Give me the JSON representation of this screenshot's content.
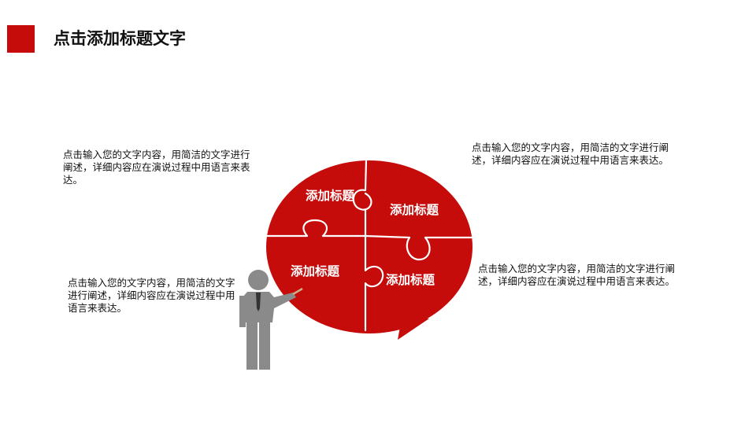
{
  "header": {
    "title": "点击添加标题文字",
    "accent_color": "#c60b0b"
  },
  "puzzle": {
    "fill_color": "#c60b0b",
    "seam_color": "#ffffff",
    "pieces": [
      {
        "label": "添加标题"
      },
      {
        "label": "添加标题"
      },
      {
        "label": "添加标题"
      },
      {
        "label": "添加标题"
      }
    ]
  },
  "text_blocks": [
    {
      "text": "点击输入您的文字内容，用简洁的文字进行阐述，详细内容应在演说过程中用语言来表达。"
    },
    {
      "text": "点击输入您的文字内容，用简洁的文字进行阐述，详细内容应在演说过程中用语言来表达。"
    },
    {
      "text": "点击输入您的文字内容，用简洁的文字进行阐述，详细内容应在演说过程中用语言来表达。"
    },
    {
      "text": "点击输入您的文字内容，用简洁的文字进行阐述，详细内容应在演说过程中用语言来表达。"
    }
  ],
  "presenter": {
    "icon": "presenter-icon",
    "body_color": "#8a8a8a",
    "tie_color": "#333333"
  }
}
